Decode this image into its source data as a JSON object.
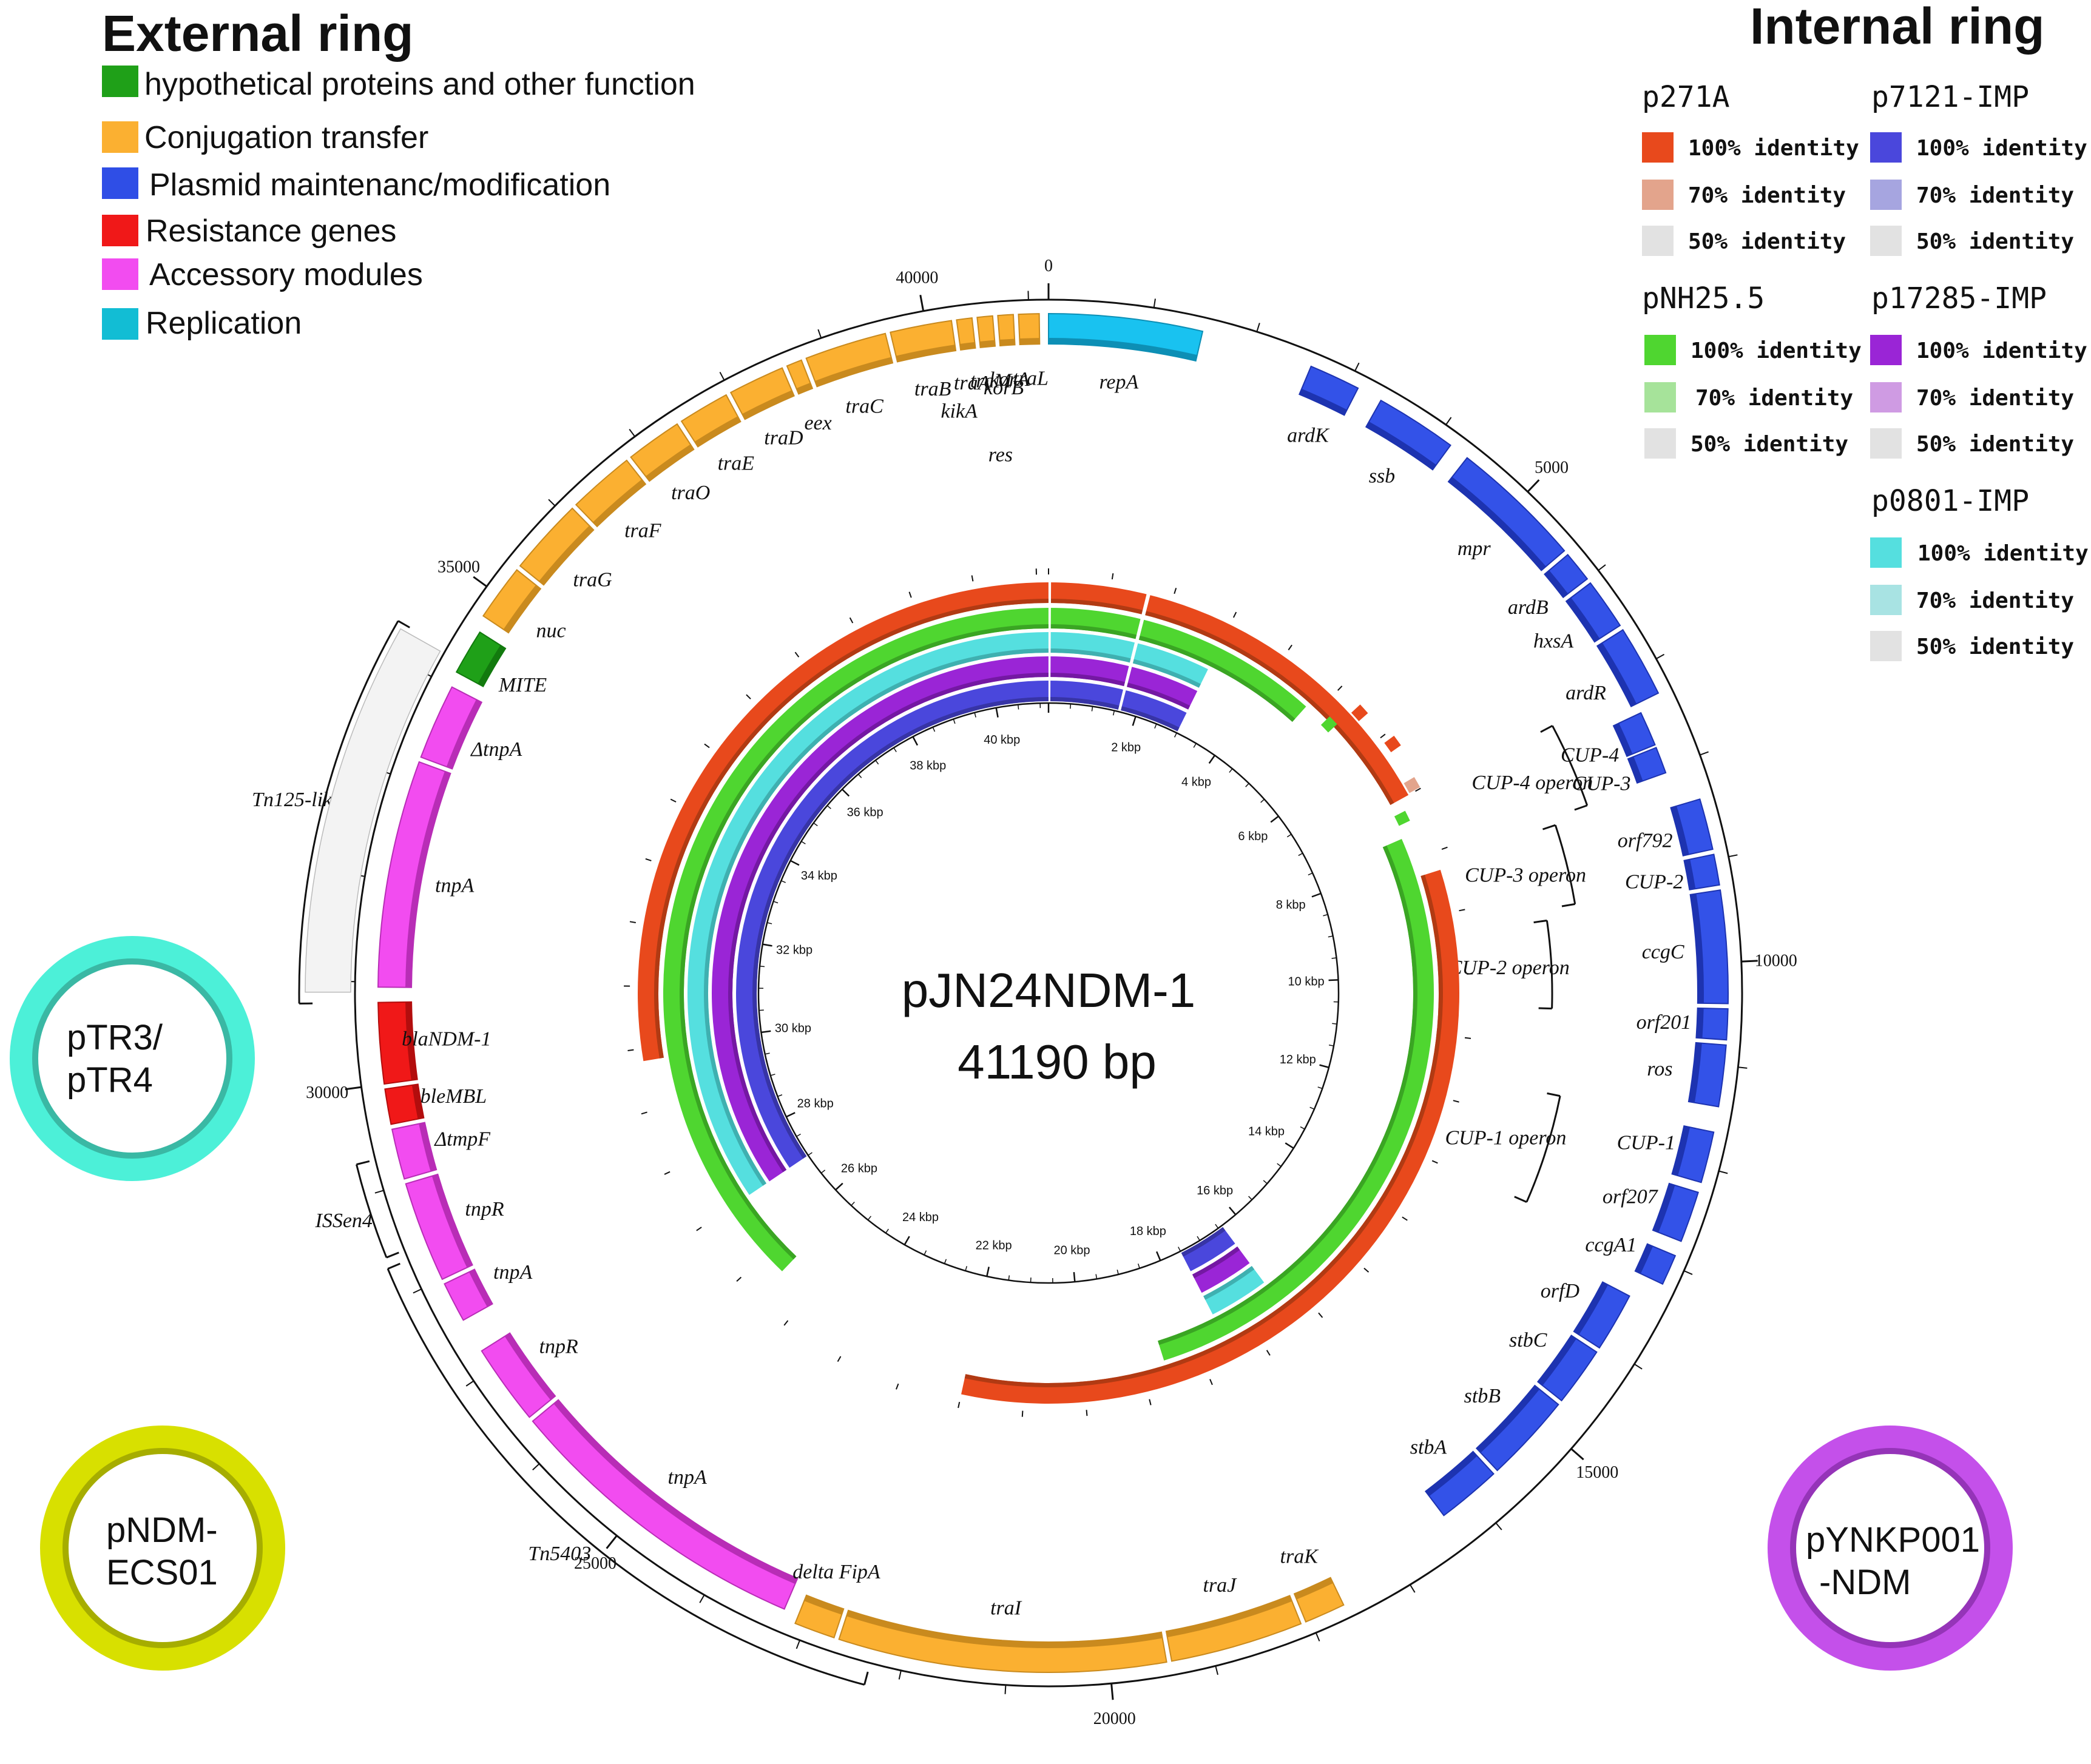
{
  "external_legend": {
    "title": "External ring",
    "items": [
      {
        "label": "hypothetical proteins and other function",
        "color": "#1fa018"
      },
      {
        "label": "Conjugation transfer",
        "color": "#fbb031"
      },
      {
        "label": "Plasmid maintenanc/modification",
        "color": "#2f4ee6"
      },
      {
        "label": "Resistance genes",
        "color": "#f01818"
      },
      {
        "label": "Accessory modules",
        "color": "#f24cf0"
      },
      {
        "label": "Replication",
        "color": "#12bdd4"
      }
    ]
  },
  "internal_legend": {
    "title": "Internal ring",
    "groups": [
      {
        "name": "p271A",
        "rows": [
          {
            "label": "100% identity",
            "color": "#e8491c"
          },
          {
            "label": "70% identity",
            "color": "#e3a48c"
          },
          {
            "label": "50% identity",
            "color": "#e2e2e2"
          }
        ]
      },
      {
        "name": "p7121-IMP",
        "rows": [
          {
            "label": "100% identity",
            "color": "#4a47dc"
          },
          {
            "label": "70% identity",
            "color": "#a6a5e0"
          },
          {
            "label": "50% identity",
            "color": "#e2e2e2"
          }
        ]
      },
      {
        "name": "pNH25.5",
        "rows": [
          {
            "label": "100% identity",
            "color": "#4fd630"
          },
          {
            "label": "70% identity",
            "color": "#a6e39a"
          },
          {
            "label": "50% identity",
            "color": "#e2e2e2"
          }
        ]
      },
      {
        "name": "p17285-IMP",
        "rows": [
          {
            "label": "100% identity",
            "color": "#9a25d6"
          },
          {
            "label": "70% identity",
            "color": "#cf9be3"
          },
          {
            "label": "50% identity",
            "color": "#e2e2e2"
          }
        ]
      },
      {
        "name": "p0801-IMP",
        "rows": [
          {
            "label": "100% identity",
            "color": "#55dfdf"
          },
          {
            "label": "70% identity",
            "color": "#a8e3e3"
          },
          {
            "label": "50% identity",
            "color": "#e2e2e2"
          }
        ]
      }
    ]
  },
  "plasmid": {
    "name": "pJN24NDM-1",
    "length_label": "41190 bp",
    "length": 41190
  },
  "outer_ticks": [
    "0",
    "5000",
    "10000",
    "15000",
    "20000",
    "25000",
    "30000",
    "35000",
    "40000"
  ],
  "inner_ticks": [
    "2 kbp",
    "4 kbp",
    "6 kbp",
    "8 kbp",
    "10 kbp",
    "12 kbp",
    "14 kbp",
    "16 kbp",
    "18 kbp",
    "20 kbp",
    "22 kbp",
    "24 kbp",
    "26 kbp",
    "28 kbp",
    "30 kbp",
    "32 kbp",
    "34 kbp",
    "36 kbp",
    "38 kbp",
    "40 kbp"
  ],
  "genes": [
    {
      "label": "repA",
      "start": 0,
      "end": 1500,
      "cat": "Replication"
    },
    {
      "label": "ardK",
      "start": 2600,
      "end": 3100,
      "cat": "Plasmid maintenance"
    },
    {
      "label": "ssb",
      "start": 3350,
      "end": 4150,
      "cat": "Plasmid maintenance"
    },
    {
      "label": "mpr",
      "start": 4350,
      "end": 5650,
      "cat": "Plasmid maintenance"
    },
    {
      "label": "ardB",
      "start": 5700,
      "end": 6000,
      "cat": "Plasmid maintenance"
    },
    {
      "label": "hxsA",
      "start": 6050,
      "end": 6550,
      "cat": "Plasmid maintenance"
    },
    {
      "label": "ardR",
      "start": 6600,
      "end": 7300,
      "cat": "Plasmid maintenance"
    },
    {
      "label": "CUP-4",
      "start": 7400,
      "end": 7750,
      "cat": "Plasmid maintenance"
    },
    {
      "label": "CUP-3",
      "start": 7780,
      "end": 8050,
      "cat": "Plasmid maintenance"
    },
    {
      "label": "orf792",
      "start": 8400,
      "end": 8900,
      "cat": "Plasmid maintenance"
    },
    {
      "label": "CUP-2",
      "start": 8950,
      "end": 9250,
      "cat": "Plasmid maintenance"
    },
    {
      "label": "ccgC",
      "start": 9300,
      "end": 10400,
      "cat": "Plasmid maintenance"
    },
    {
      "label": "orf201",
      "start": 10450,
      "end": 10750,
      "cat": "Plasmid maintenance"
    },
    {
      "label": "ros",
      "start": 10800,
      "end": 11400,
      "cat": "Plasmid maintenance"
    },
    {
      "label": "CUP-1",
      "start": 11650,
      "end": 12150,
      "cat": "Plasmid maintenance"
    },
    {
      "label": "orf207",
      "start": 12250,
      "end": 12750,
      "cat": "Plasmid maintenance"
    },
    {
      "label": "ccgA1",
      "start": 12900,
      "end": 13200,
      "cat": "Plasmid maintenance"
    },
    {
      "label": "orfD",
      "start": 13450,
      "end": 14050,
      "cat": "Plasmid maintenance"
    },
    {
      "label": "stbC",
      "start": 14100,
      "end": 14700,
      "cat": "Plasmid maintenance"
    },
    {
      "label": "stbB",
      "start": 14750,
      "end": 15650,
      "cat": "Plasmid maintenance"
    },
    {
      "label": "stbA",
      "start": 15700,
      "end": 16350,
      "cat": "Plasmid maintenance"
    },
    {
      "label": "traK",
      "start": 17650,
      "end": 18050,
      "cat": "Conjugation"
    },
    {
      "label": "traJ",
      "start": 18100,
      "end": 19400,
      "cat": "Conjugation"
    },
    {
      "label": "traI",
      "start": 19450,
      "end": 22650,
      "cat": "Conjugation"
    },
    {
      "label": "delta FipA",
      "start": 22700,
      "end": 23100,
      "cat": "Conjugation"
    },
    {
      "label": "tnpA",
      "start": 23250,
      "end": 26350,
      "cat": "Accessory"
    },
    {
      "label": "tnpR",
      "start": 26400,
      "end": 27200,
      "cat": "Accessory"
    },
    {
      "label": "tnpA",
      "start": 27550,
      "end": 27950,
      "cat": "Accessory"
    },
    {
      "label": "tnpR",
      "start": 28000,
      "end": 29000,
      "cat": "Accessory"
    },
    {
      "label": "ΔtmpF",
      "start": 29050,
      "end": 29550,
      "cat": "Accessory"
    },
    {
      "label": "bleMBL",
      "start": 29600,
      "end": 29950,
      "cat": "Resistance"
    },
    {
      "label": "blaNDM-1",
      "start": 30000,
      "end": 30800,
      "cat": "Resistance"
    },
    {
      "label": "tnpA",
      "start": 30950,
      "end": 33200,
      "cat": "Accessory"
    },
    {
      "label": "ΔtnpA",
      "start": 33250,
      "end": 34000,
      "cat": "Accessory"
    },
    {
      "label": "MITE",
      "start": 34150,
      "end": 34600,
      "cat": "Hypothetical"
    },
    {
      "label": "nuc",
      "start": 34750,
      "end": 35300,
      "cat": "Conjugation"
    },
    {
      "label": "traG",
      "start": 35350,
      "end": 36100,
      "cat": "Conjugation"
    },
    {
      "label": "traF",
      "start": 36150,
      "end": 36800,
      "cat": "Conjugation"
    },
    {
      "label": "traO",
      "start": 36850,
      "end": 37400,
      "cat": "Conjugation"
    },
    {
      "label": "traE",
      "start": 37450,
      "end": 37950,
      "cat": "Conjugation"
    },
    {
      "label": "traD",
      "start": 38000,
      "end": 38550,
      "cat": "Conjugation"
    },
    {
      "label": "eex",
      "start": 38600,
      "end": 38750,
      "cat": "Conjugation"
    },
    {
      "label": "traC",
      "start": 38800,
      "end": 39600,
      "cat": "Conjugation"
    },
    {
      "label": "traB",
      "start": 39650,
      "end": 40250,
      "cat": "Conjugation"
    },
    {
      "label": "traA",
      "start": 40300,
      "end": 40450,
      "cat": "Conjugation"
    },
    {
      "label": "traM",
      "start": 40500,
      "end": 40650,
      "cat": "Conjugation"
    },
    {
      "label": "korA",
      "start": 40700,
      "end": 40850,
      "cat": "Conjugation"
    },
    {
      "label": "traL",
      "start": 40900,
      "end": 41100,
      "cat": "Conjugation"
    }
  ],
  "brackets": [
    {
      "label": "CUP-4 operon"
    },
    {
      "label": "CUP-3 operon"
    },
    {
      "label": "CUP-2 operon"
    },
    {
      "label": "CUP-1 operon"
    },
    {
      "label": "Tn5403"
    },
    {
      "label": "ISSen4"
    },
    {
      "label": "Tn125-like"
    }
  ],
  "extra_labels": [
    "kikA",
    "korB",
    "res"
  ],
  "satellites": [
    {
      "label": "pTR3/ pTR4",
      "color": "#4cf0d8"
    },
    {
      "label": "pNDM- ECS01",
      "color": "#d8e000"
    },
    {
      "label": "pYNKP001 -NDM",
      "color": "#c450ea"
    }
  ]
}
